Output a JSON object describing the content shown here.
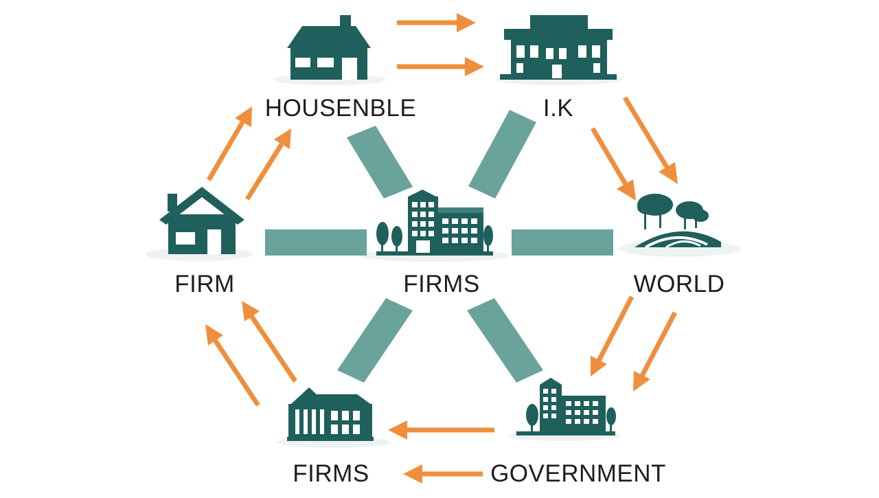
{
  "colors": {
    "icon": "#1f5f5c",
    "connector": "#6aa39b",
    "arrow": "#ef8f3d",
    "shadow": "#e9eeee",
    "background": "#ffffff"
  },
  "nodes": [
    {
      "id": "top-left",
      "label": "HOUSENBLE",
      "icon": "house-icon"
    },
    {
      "id": "top-right",
      "label": "I.K",
      "icon": "bank-building-icon"
    },
    {
      "id": "mid-left",
      "label": "FIRM",
      "icon": "home-icon"
    },
    {
      "id": "center",
      "label": "FIRMS",
      "icon": "office-building-icon"
    },
    {
      "id": "mid-right",
      "label": "WORLD",
      "icon": "landscape-trees-icon"
    },
    {
      "id": "bottom-left",
      "label": "FIRMS",
      "icon": "government-building-icon"
    },
    {
      "id": "bottom-right",
      "label": "GOVERNMENT",
      "icon": "office-building-icon"
    }
  ]
}
